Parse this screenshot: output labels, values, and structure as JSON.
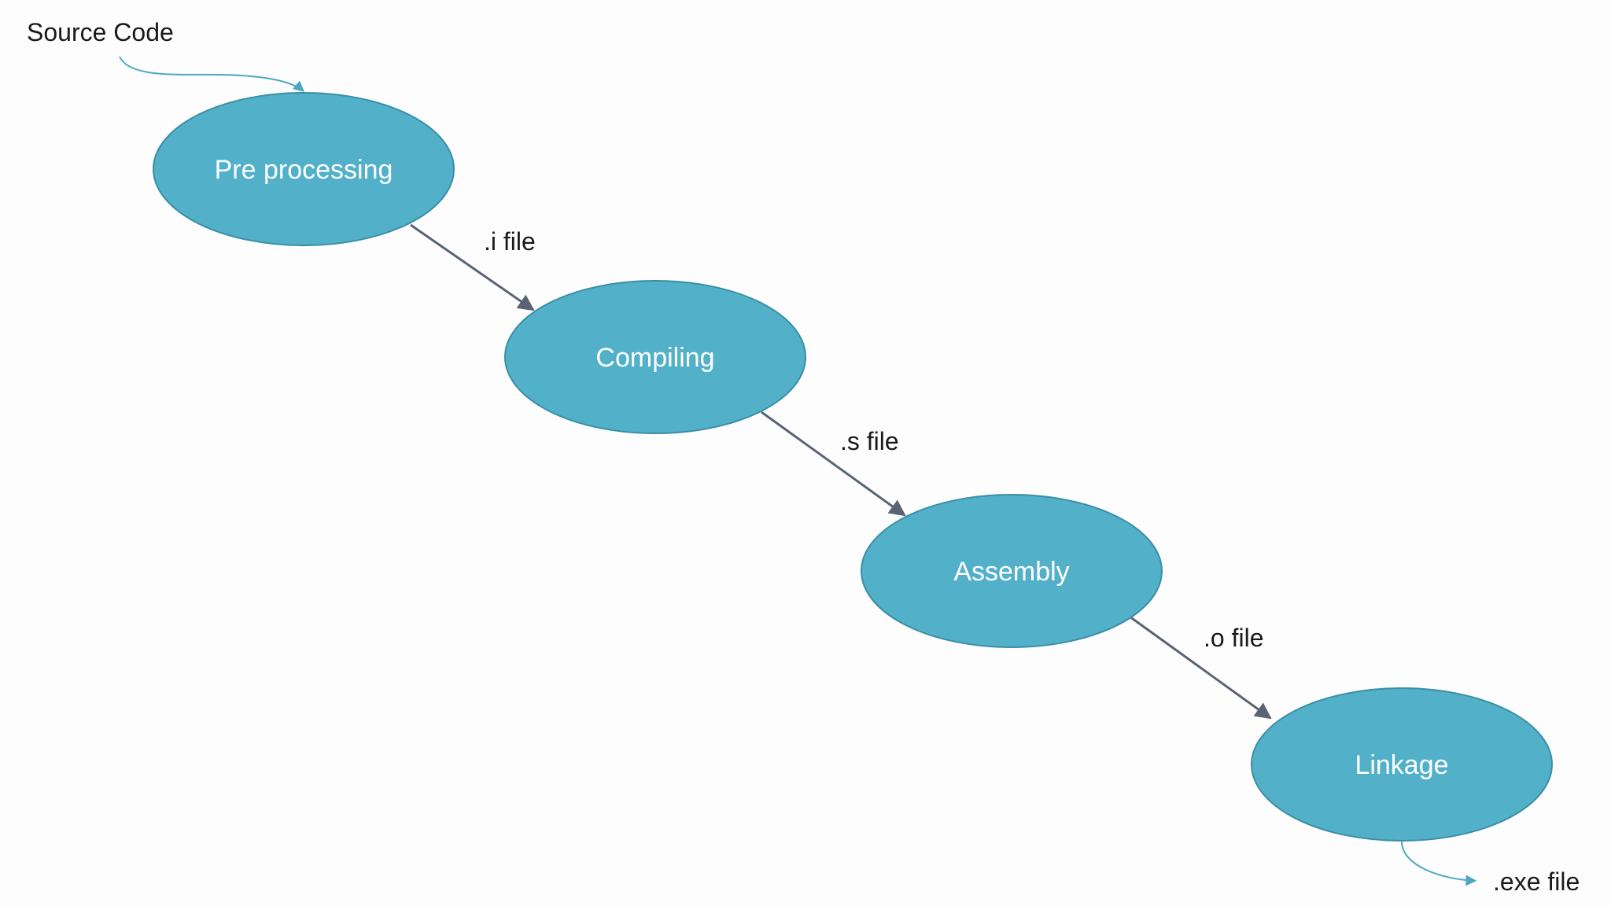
{
  "diagram": {
    "start_label": "Source Code",
    "end_label": ".exe file",
    "stages": [
      {
        "label": "Pre processing"
      },
      {
        "label": "Compiling"
      },
      {
        "label": "Assembly"
      },
      {
        "label": "Linkage"
      }
    ],
    "edges": [
      {
        "label": ".i file"
      },
      {
        "label": ".s file"
      },
      {
        "label": ".o file"
      }
    ],
    "colors": {
      "stage_fill": "#52b0c9",
      "stage_stroke": "#3a8fa5",
      "stage_text": "#ffffff",
      "edge_line": "#5a6374",
      "entry_exit_line": "#4aa8c2",
      "label_text": "#1a1a1a",
      "background": "#fdfdfd"
    }
  }
}
